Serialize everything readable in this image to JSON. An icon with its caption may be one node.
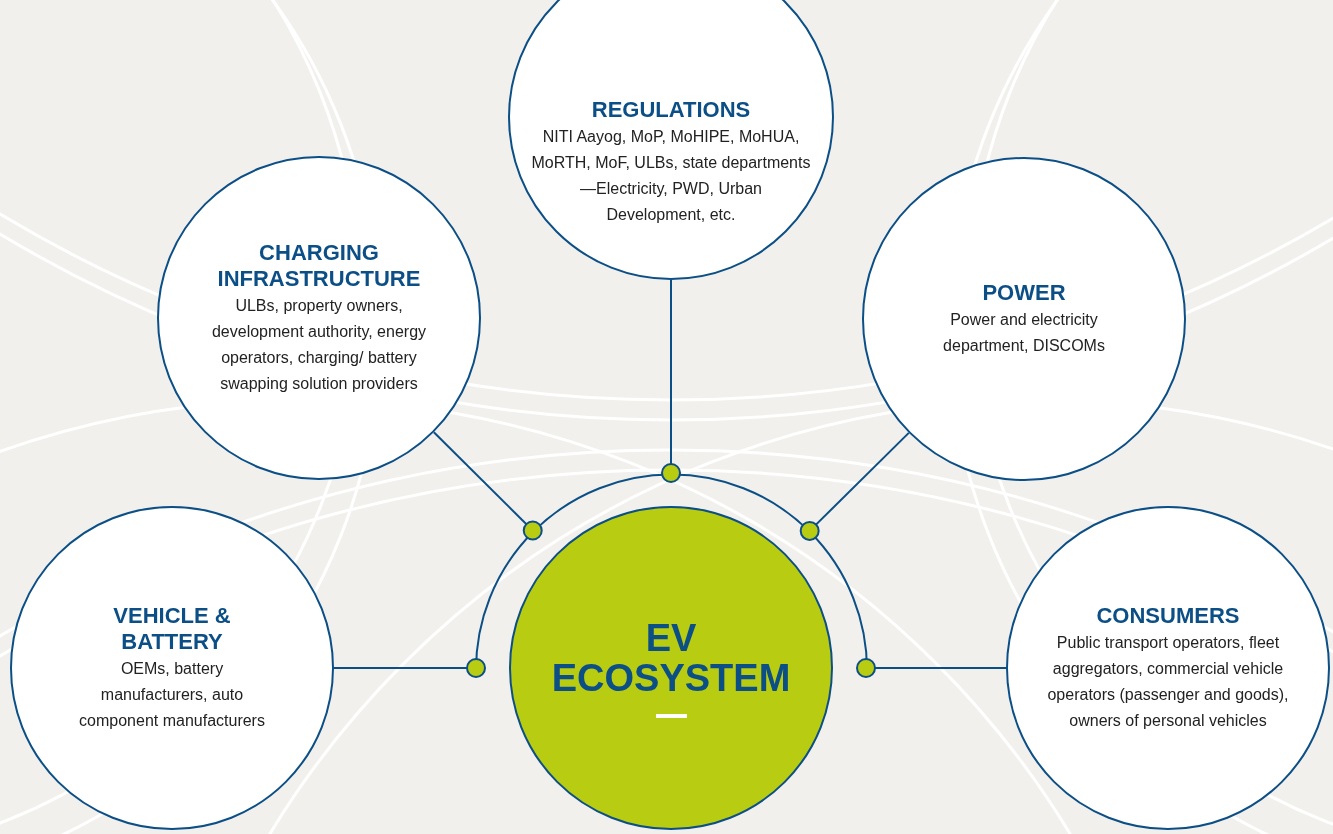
{
  "diagram": {
    "nodes": [
      {
        "text": [
          "REGULATIONS",
          "NITI Aayog, MoP, MoHIPE, MoHUA, MoRTH, MoF, ULBs, state departments—Electricity, PWD, Urban Development, etc."
        ]
      },
      {
        "text": [
          "CHARGING INFRASTRUCTURE",
          "ULBs, property owners, development authority, energy operators, charging/ battery swapping solution providers"
        ]
      },
      {
        "text": [
          "POWER",
          "Power and electricity department, DISCOMs"
        ]
      },
      {
        "text": [
          "VEHICLE & BATTERY",
          "OEMs, battery manufacturers, auto component manufacturers"
        ]
      },
      {
        "text": [
          "EV ECOSYSTEM"
        ]
      },
      {
        "text": [
          "CONSUMERS",
          "Public transport operators, fleet aggregators, commercial vehicle operators (passenger and goods), owners of personal vehicles"
        ]
      }
    ],
    "edges": [
      {
        "from": 0,
        "to": 4,
        "arrow": "other"
      },
      {
        "from": 1,
        "to": 4,
        "arrow": "other"
      },
      {
        "from": 2,
        "to": 4,
        "arrow": "other"
      },
      {
        "from": 3,
        "to": 4,
        "arrow": "other"
      },
      {
        "from": 5,
        "to": 4,
        "arrow": "other"
      }
    ]
  }
}
